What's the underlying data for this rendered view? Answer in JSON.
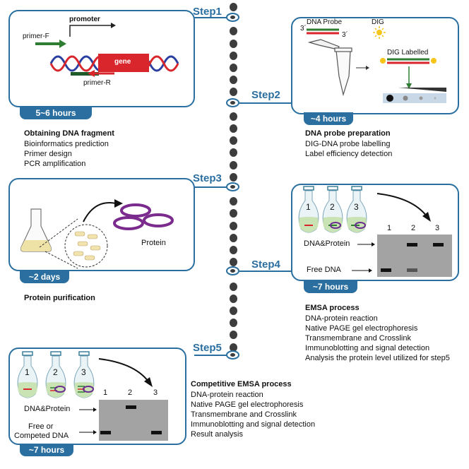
{
  "steps": [
    {
      "label": "Step1",
      "duration": "5~6 hours",
      "title": "Obtaining DNA fragment",
      "lines": [
        "Bioinformatics prediction",
        "Primer design",
        "PCR amplification"
      ]
    },
    {
      "label": "Step2",
      "duration": "~4 hours",
      "title": "DNA probe preparation",
      "lines": [
        "DIG-DNA probe labelling",
        "Label efficiency detection"
      ]
    },
    {
      "label": "Step3",
      "duration": "~2 days",
      "title": "Protein purification",
      "lines": []
    },
    {
      "label": "Step4",
      "duration": "~7 hours",
      "title": "EMSA process",
      "lines": [
        "DNA-protein reaction",
        "Native PAGE gel electrophoresis",
        "Transmembrane and Crosslink",
        "Immunoblotting and signal detection",
        "Analysis the protein level utilized for step5"
      ]
    },
    {
      "label": "Step5",
      "duration": "~7 hours",
      "title": "Competitive EMSA process",
      "lines": [
        "DNA-protein reaction",
        "Native PAGE gel electrophoresis",
        "Transmembrane and Crosslink",
        "Immunoblotting and signal detection",
        "Result analysis"
      ]
    }
  ],
  "diagram": {
    "step1": {
      "promoter": "promoter",
      "gene": "gene",
      "primer_f": "primer-F",
      "primer_r": "primer-R"
    },
    "step2": {
      "probe": "DNA Probe",
      "dig": "DIG",
      "labelled": "DIG Labelled",
      "end3a": "3´",
      "end3b": "3´"
    },
    "step3": {
      "protein": "Protein"
    },
    "step4": {
      "tubes": [
        "1",
        "2",
        "3"
      ],
      "lanes": [
        "1",
        "2",
        "3"
      ],
      "dna_protein": "DNA&Protein",
      "free_dna": "Free DNA"
    },
    "step5": {
      "tubes": [
        "1",
        "2",
        "3"
      ],
      "lanes": [
        "1",
        "2",
        "3"
      ],
      "dna_protein": "DNA&Protein",
      "free_line1": "Free or",
      "free_line2": "Competed DNA"
    }
  },
  "colors": {
    "accent": "#2a6fa0",
    "gene_red": "#d9262c",
    "green": "#2e7d32",
    "gel_gray": "#a3a3a3",
    "yellow": "#f5c518"
  }
}
